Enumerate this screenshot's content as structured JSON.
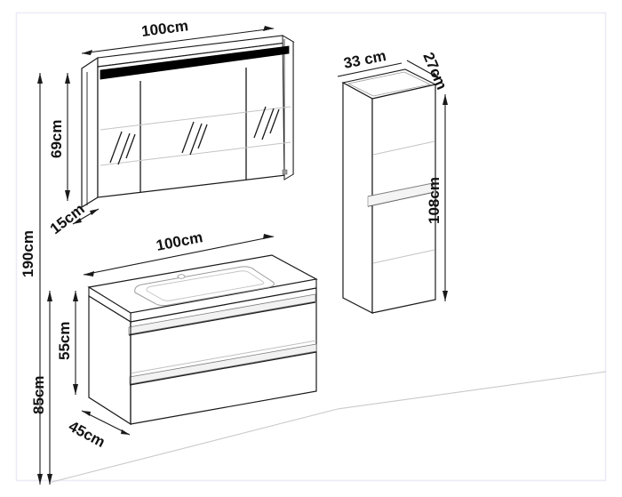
{
  "drawing": {
    "title": "Bathroom furniture set dimension drawing",
    "background_color": "#ffffff",
    "line_color": "#1a1a1a",
    "light_line_color": "#b8b8b8",
    "border_color": "#eceaf8",
    "led_color": "#000000",
    "units": "cm"
  },
  "dimensions": {
    "mirror_cabinet_width": "100cm",
    "mirror_cabinet_height": "69cm",
    "mirror_cabinet_depth": "15cm",
    "tall_cabinet_width": "33 cm",
    "tall_cabinet_depth": "27cm",
    "tall_cabinet_height": "108cm",
    "vanity_width": "100cm",
    "vanity_height": "55cm",
    "vanity_depth": "45cm",
    "total_height": "190cm",
    "vanity_mount_height": "85cm"
  },
  "objects": [
    {
      "id": "mirror-cabinet",
      "name": "LED mirror cabinet",
      "doors": 3,
      "has_led_strip": true,
      "labels": [
        "100cm",
        "69cm",
        "15cm"
      ]
    },
    {
      "id": "tall-cabinet",
      "name": "Tall side cabinet",
      "doors": 2,
      "has_led_strip": false,
      "labels": [
        "33 cm",
        "27cm",
        "108cm"
      ]
    },
    {
      "id": "vanity-unit",
      "name": "Washbasin vanity unit",
      "drawers": 2,
      "has_basin": true,
      "labels": [
        "100cm",
        "55cm",
        "45cm"
      ]
    }
  ],
  "reference_lines": {
    "total_height_label": "190cm",
    "mount_height_label": "85cm",
    "floor_line": true
  }
}
